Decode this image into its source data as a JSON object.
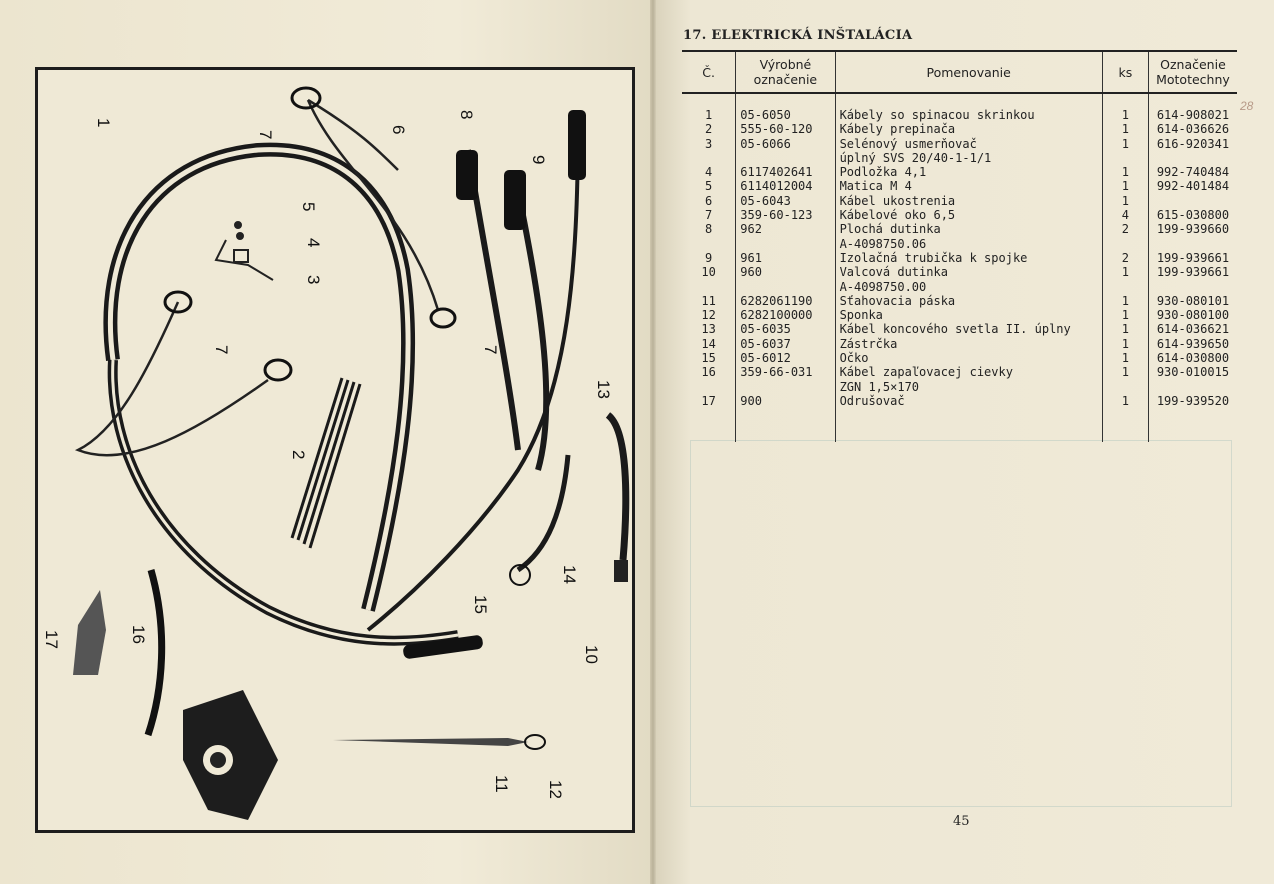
{
  "section_title": "17. ELEKTRICKÁ INŠTALÁCIA",
  "table": {
    "headers": {
      "number": "Č.",
      "code": "Výrobné označenie",
      "name": "Pomenovanie",
      "qty": "ks",
      "mototechna": "Označenie Mototechny"
    },
    "rows": [
      {
        "n": "1",
        "code": "05-6050",
        "name": "Kábely so spinacou skrinkou",
        "qty": "1",
        "mt": "614-908021"
      },
      {
        "n": "2",
        "code": "555-60-120",
        "name": "Kábely prepinača",
        "qty": "1",
        "mt": "614-036626"
      },
      {
        "n": "3",
        "code": "05-6066",
        "name": "Selénový usmerňovač",
        "qty": "1",
        "mt": "616-920341"
      },
      {
        "n": "",
        "code": "",
        "name": "úplný SVS 20/40-1-1/1",
        "qty": "",
        "mt": ""
      },
      {
        "n": "4",
        "code": "6117402641",
        "name": "Podložka 4,1",
        "qty": "1",
        "mt": "992-740484"
      },
      {
        "n": "5",
        "code": "6114012004",
        "name": "Matica M 4",
        "qty": "1",
        "mt": "992-401484"
      },
      {
        "n": "6",
        "code": "05-6043",
        "name": "Kábel ukostrenia",
        "qty": "1",
        "mt": ""
      },
      {
        "n": "7",
        "code": "359-60-123",
        "name": "Kábelové oko 6,5",
        "qty": "4",
        "mt": "615-030800"
      },
      {
        "n": "8",
        "code": "962",
        "name": "Plochá dutinka",
        "qty": "2",
        "mt": "199-939660"
      },
      {
        "n": "",
        "code": "",
        "name": "A-4098750.06",
        "qty": "",
        "mt": ""
      },
      {
        "n": "9",
        "code": "961",
        "name": "Izolačná trubička k spojke",
        "qty": "2",
        "mt": "199-939661"
      },
      {
        "n": "10",
        "code": "960",
        "name": "Valcová dutinka",
        "qty": "1",
        "mt": "199-939661"
      },
      {
        "n": "",
        "code": "",
        "name": "A-4098750.00",
        "qty": "",
        "mt": ""
      },
      {
        "n": "11",
        "code": "6282061190",
        "name": "Sťahovacia páska",
        "qty": "1",
        "mt": "930-080101"
      },
      {
        "n": "12",
        "code": "6282100000",
        "name": "Sponka",
        "qty": "1",
        "mt": "930-080100"
      },
      {
        "n": "13",
        "code": "05-6035",
        "name": "Kábel koncového svetla II. úplny",
        "qty": "1",
        "mt": "614-036621"
      },
      {
        "n": "14",
        "code": "05-6037",
        "name": "Zástrčka",
        "qty": "1",
        "mt": "614-939650"
      },
      {
        "n": "15",
        "code": "05-6012",
        "name": "Očko",
        "qty": "1",
        "mt": "614-030800"
      },
      {
        "n": "16",
        "code": "359-66-031",
        "name": "Kábel zapaľovacej cievky",
        "qty": "1",
        "mt": "930-010015"
      },
      {
        "n": "",
        "code": "",
        "name": "ZGN 1,5×170",
        "qty": "",
        "mt": ""
      },
      {
        "n": "17",
        "code": "900",
        "name": "Odrušovač",
        "qty": "1",
        "mt": "199-939520"
      }
    ]
  },
  "figure": {
    "callouts": [
      "1",
      "2",
      "3",
      "4",
      "5",
      "6",
      "7",
      "7",
      "7",
      "8",
      "9",
      "10",
      "11",
      "12",
      "13",
      "14",
      "15",
      "16",
      "17"
    ]
  },
  "page_number": "45",
  "margin_note": "28"
}
